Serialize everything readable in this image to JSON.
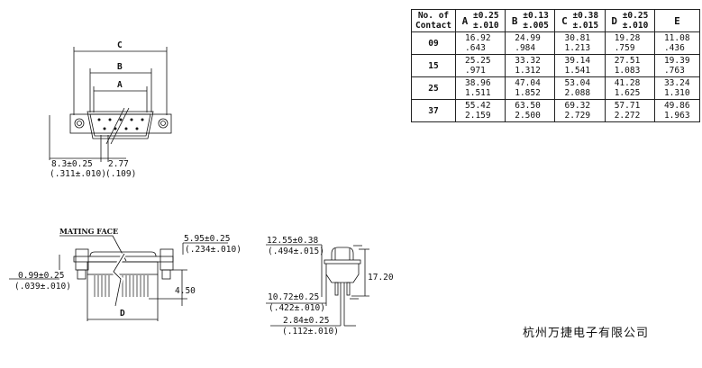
{
  "table": {
    "header": {
      "contacts": "No. of Contact",
      "cols": [
        {
          "letter": "A",
          "tol_mm": "±0.25",
          "tol_in": "±.010"
        },
        {
          "letter": "B",
          "tol_mm": "±0.13",
          "tol_in": "±.005"
        },
        {
          "letter": "C",
          "tol_mm": "±0.38",
          "tol_in": "±.015"
        },
        {
          "letter": "D",
          "tol_mm": "±0.25",
          "tol_in": "±.010"
        },
        {
          "letter": "E",
          "tol_mm": "",
          "tol_in": ""
        }
      ]
    },
    "rows": [
      {
        "contacts": "09",
        "values": [
          [
            "16.92",
            ".643"
          ],
          [
            "24.99",
            ".984"
          ],
          [
            "30.81",
            "1.213"
          ],
          [
            "19.28",
            ".759"
          ],
          [
            "11.08",
            ".436"
          ]
        ]
      },
      {
        "contacts": "15",
        "values": [
          [
            "25.25",
            ".971"
          ],
          [
            "33.32",
            "1.312"
          ],
          [
            "39.14",
            "1.541"
          ],
          [
            "27.51",
            "1.083"
          ],
          [
            "19.39",
            ".763"
          ]
        ]
      },
      {
        "contacts": "25",
        "values": [
          [
            "38.96",
            "1.511"
          ],
          [
            "47.04",
            "1.852"
          ],
          [
            "53.04",
            "2.088"
          ],
          [
            "41.28",
            "1.625"
          ],
          [
            "33.24",
            "1.310"
          ]
        ]
      },
      {
        "contacts": "37",
        "values": [
          [
            "55.42",
            "2.159"
          ],
          [
            "63.50",
            "2.500"
          ],
          [
            "69.32",
            "2.729"
          ],
          [
            "57.71",
            "2.272"
          ],
          [
            "49.86",
            "1.963"
          ]
        ]
      }
    ]
  },
  "front_view": {
    "label_c": "C",
    "label_b": "B",
    "label_a": "A",
    "dim1_mm": "8.3±0.25",
    "dim1_in": "(.311±.010)",
    "dim2_mm": "2.77",
    "dim2_in": "(.109)"
  },
  "side_view": {
    "mating_face": "MATING FACE",
    "dim_top_mm": "5.95±0.25",
    "dim_top_in": "(.234±.010)",
    "dim_left_mm": "0.99±0.25",
    "dim_left_in": "(.039±.010)",
    "dim_height": "4.50",
    "label_d": "D"
  },
  "end_view": {
    "dim1_mm": "12.55±0.38",
    "dim1_in": "(.494±.015)",
    "dim2_mm": "10.72±0.25",
    "dim2_in": "(.422±.010)",
    "dim3_mm": "2.84±0.25",
    "dim3_in": "(.112±.010)",
    "dim_height": "17.20"
  },
  "company": "杭州万捷电子有限公司"
}
